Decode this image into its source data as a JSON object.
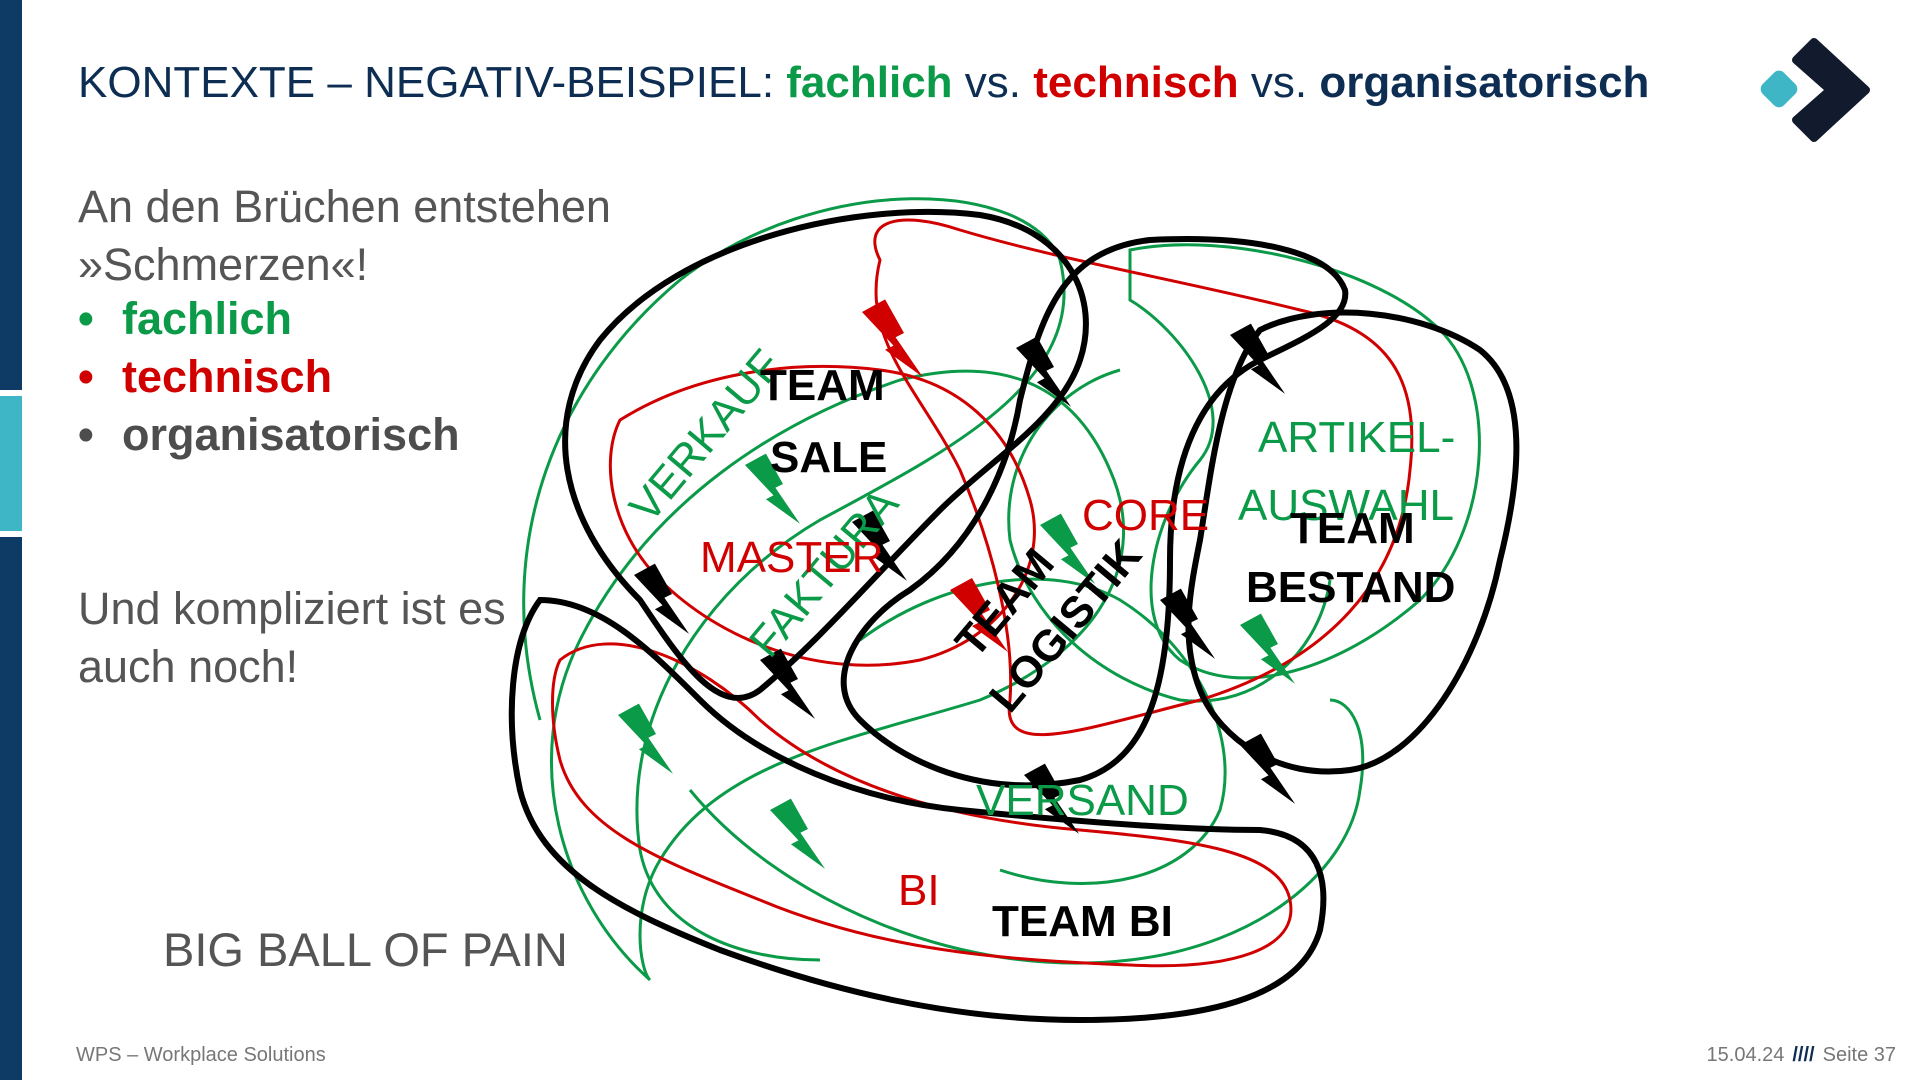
{
  "slide": {
    "title_prefix": "KONTEXTE – NEGATIV-BEISPIEL: ",
    "title_fachlich": "fachlich",
    "title_vs": " vs. ",
    "title_technisch": "technisch",
    "title_organisatorisch": "organisatorisch",
    "intro": "An den Brüchen entstehen »Schmerzen«!",
    "bullets": [
      "fachlich",
      "technisch",
      "organisatorisch"
    ],
    "complicated": "Und kompliziert ist es auch noch!",
    "pain_label": "BIG BALL OF PAIN"
  },
  "diagram": {
    "contexts_green": [
      "VERKAUF",
      "FAKTURA",
      "ARTIKEL-",
      "AUSWAHL",
      "VERSAND"
    ],
    "contexts_red": [
      "MASTER",
      "CORE",
      "BI"
    ],
    "teams": [
      "TEAM",
      "SALE",
      "TEAM",
      "LOGISTIK",
      "TEAM",
      "BESTAND",
      "TEAM BI"
    ],
    "legend_colors": {
      "fachlich": "#0a9a48",
      "technisch": "#d10000",
      "organisatorisch": "#000000"
    },
    "icons": [
      "lightning-icon"
    ]
  },
  "footer": {
    "company": "WPS – Workplace Solutions",
    "date": "15.04.24",
    "separator": "////",
    "page": "Seite 37"
  },
  "colors": {
    "navy": "#0d3b66",
    "teal": "#3fb6c6",
    "green": "#0a9a48",
    "red": "#d10000"
  }
}
